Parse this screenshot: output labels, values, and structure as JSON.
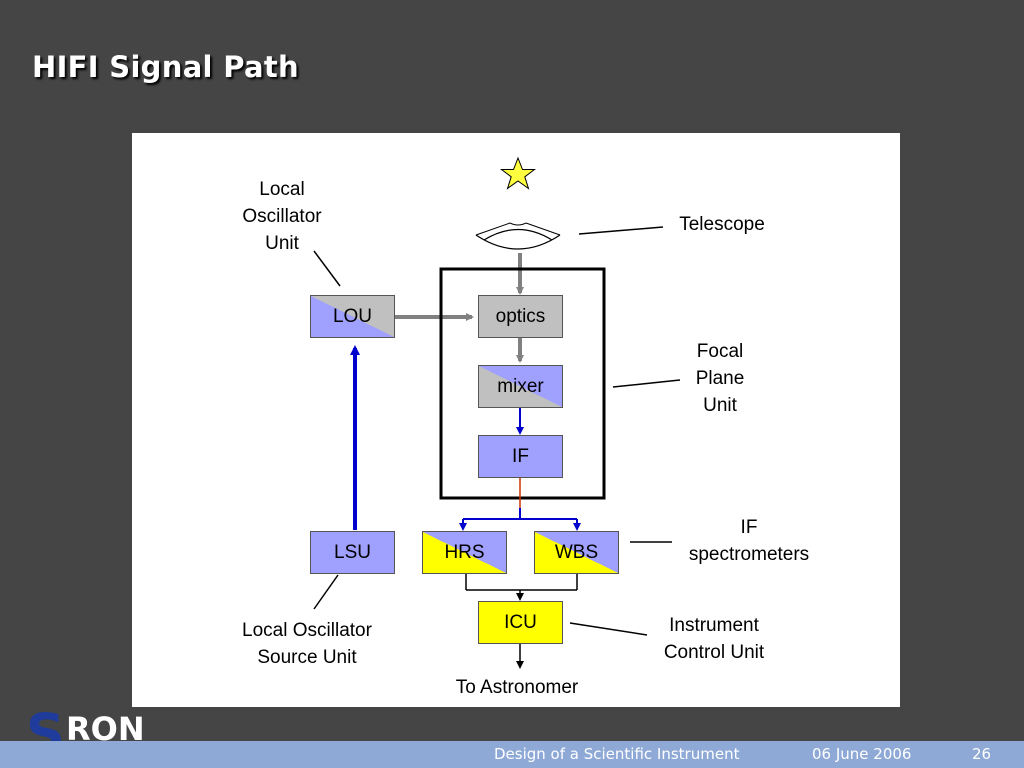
{
  "slide": {
    "title": "HIFI Signal Path"
  },
  "diagram": {
    "blocks": {
      "lou": "LOU",
      "optics": "optics",
      "mixer": "mixer",
      "if": "IF",
      "lsu": "LSU",
      "hrs": "HRS",
      "wbs": "WBS",
      "icu": "ICU"
    },
    "labels": {
      "lou_line1": "Local",
      "lou_line2": "Oscillator",
      "lou_line3": "Unit",
      "telescope": "Telescope",
      "fpu_line1": "Focal",
      "fpu_line2": "Plane",
      "fpu_line3": "Unit",
      "ifs_line1": "IF",
      "ifs_line2": "spectrometers",
      "lsu_line1": "Local Oscillator",
      "lsu_line2": "Source Unit",
      "icu_line1": "Instrument",
      "icu_line2": "Control Unit",
      "output": "To Astronomer"
    },
    "colors": {
      "periwinkle": "#a0a0ff",
      "grey": "#c0c0c0",
      "yellow": "#ffff00",
      "blue": "#0000cc",
      "arrow_grey": "#808080"
    }
  },
  "footer": {
    "title": "Design of a Scientific Instrument",
    "date": "06 June 2006",
    "page": "26"
  },
  "logo": {
    "text_s": "S",
    "text_rest": "RON"
  }
}
